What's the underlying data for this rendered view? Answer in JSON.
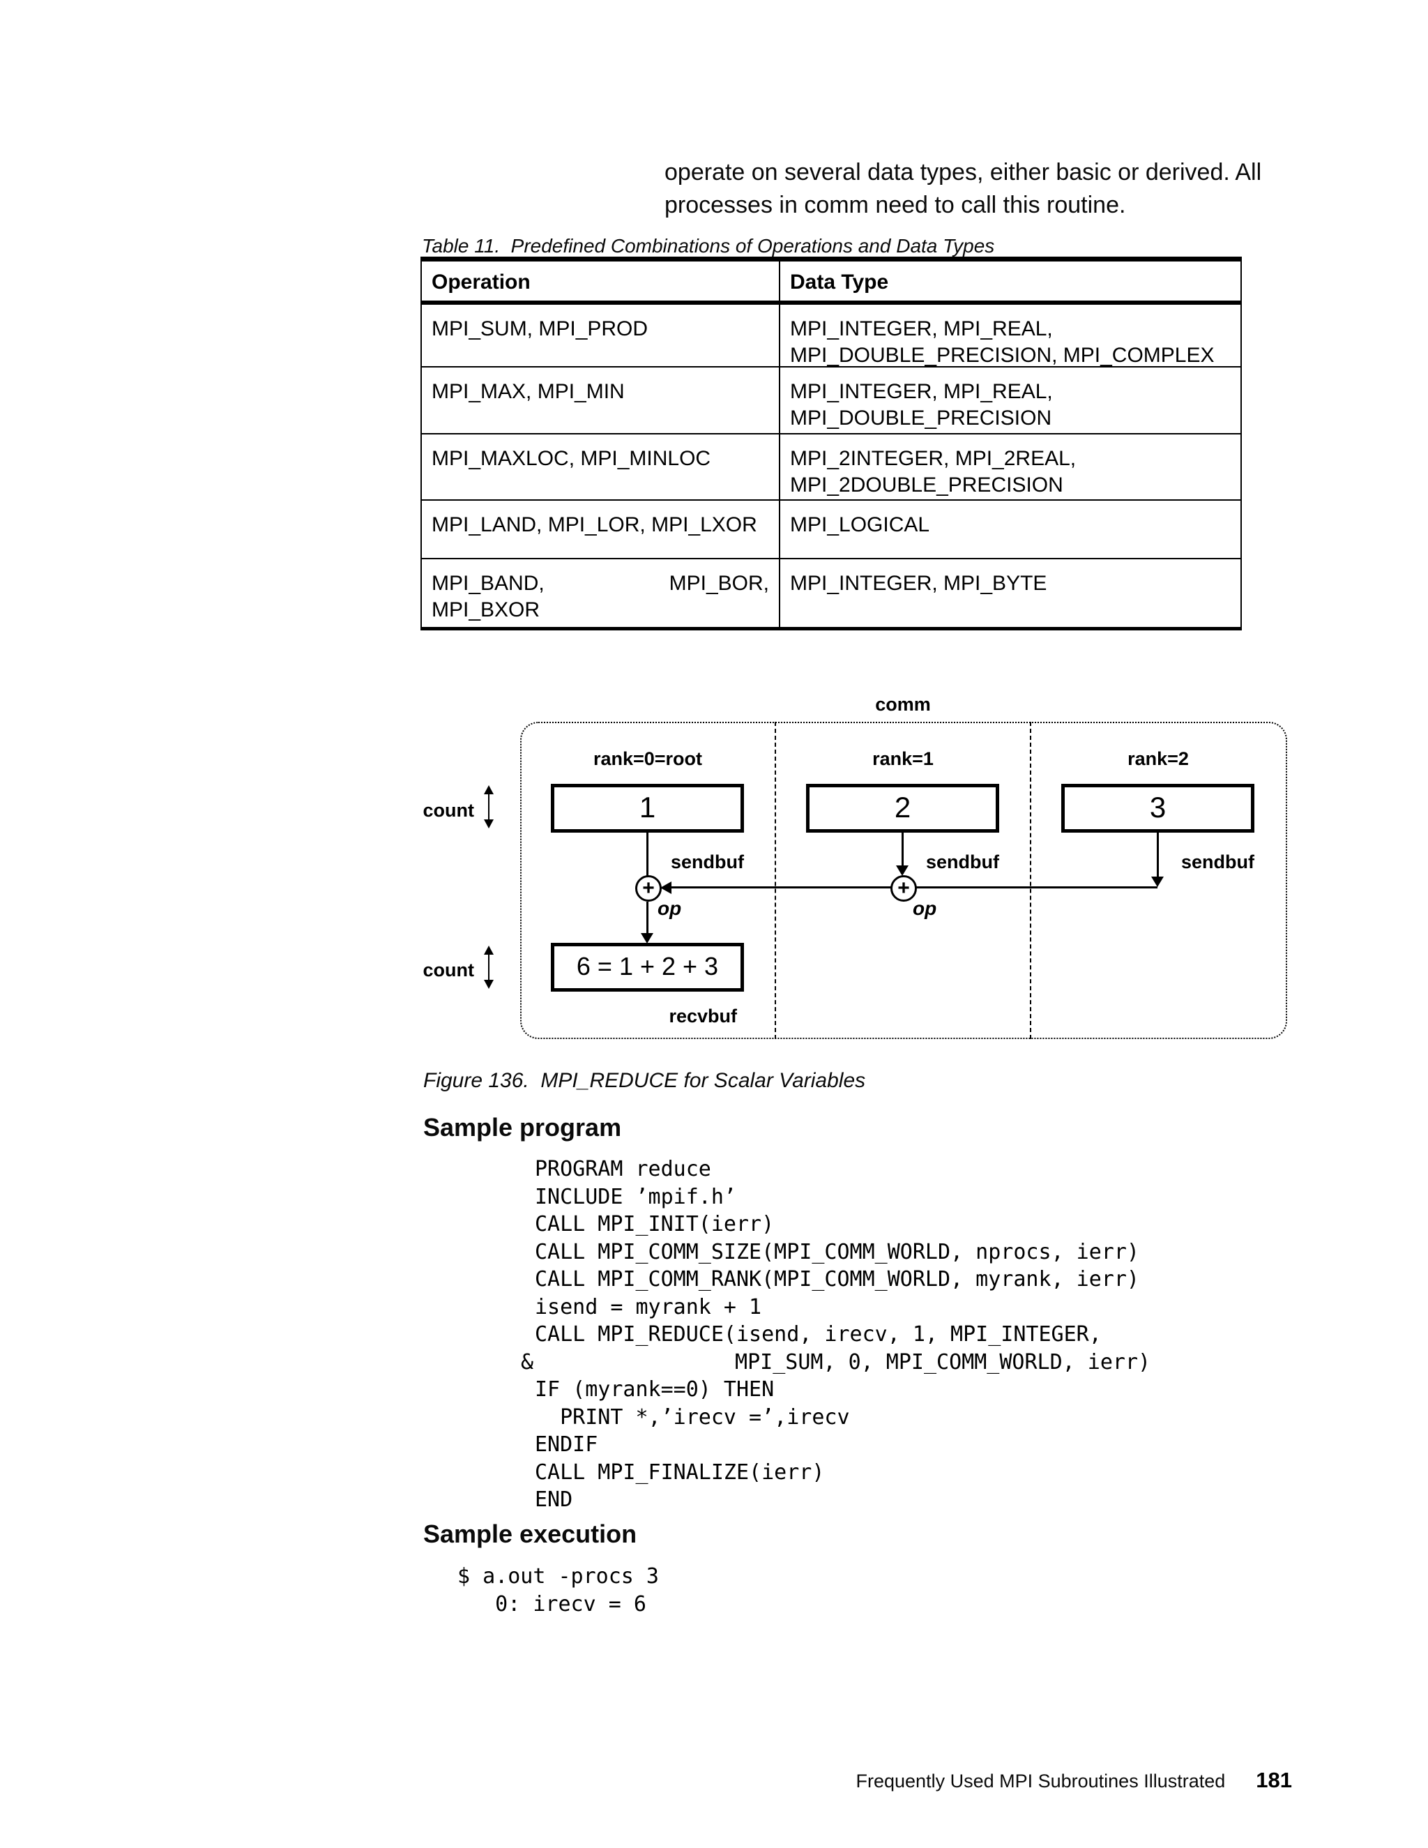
{
  "intro": {
    "line1": "operate on several data types, either basic or derived. All",
    "line2": "processes in comm need to call this routine."
  },
  "table_caption": "Table 11.  Predefined Combinations of Operations and Data Types",
  "table": {
    "headers": [
      "Operation",
      "Data Type"
    ],
    "rows": [
      {
        "op": [
          "MPI_SUM, MPI_PROD"
        ],
        "dt": [
          "MPI_INTEGER, MPI_REAL,",
          "MPI_DOUBLE_PRECISION, MPI_COMPLEX"
        ]
      },
      {
        "op": [
          "MPI_MAX, MPI_MIN"
        ],
        "dt": [
          "MPI_INTEGER, MPI_REAL,",
          "MPI_DOUBLE_PRECISION"
        ]
      },
      {
        "op": [
          "MPI_MAXLOC, MPI_MINLOC"
        ],
        "dt": [
          "MPI_2INTEGER, MPI_2REAL,",
          "MPI_2DOUBLE_PRECISION"
        ]
      },
      {
        "op": [
          "MPI_LAND, MPI_LOR, MPI_LXOR"
        ],
        "dt": [
          "MPI_LOGICAL"
        ]
      },
      {
        "op": [
          "MPI_BAND,",
          "MPI_BOR,",
          "MPI_BXOR"
        ],
        "dt": [
          "MPI_INTEGER, MPI_BYTE"
        ]
      }
    ]
  },
  "figure": {
    "comm_label": "comm",
    "rank_labels": [
      "rank=0=root",
      "rank=1",
      "rank=2"
    ],
    "sendbuf_values": [
      "1",
      "2",
      "3"
    ],
    "sendbuf_label": "sendbuf",
    "op_symbol": "+",
    "op_label": "op",
    "count_label": "count",
    "recv_value": "6 = 1 + 2 + 3",
    "recvbuf_label": "recvbuf",
    "caption": "Figure 136.  MPI_REDUCE for Scalar Variables"
  },
  "sample_program": {
    "heading": "Sample program",
    "code_lines": [
      "PROGRAM reduce",
      "INCLUDE ’mpif.h’",
      "CALL MPI_INIT(ierr)",
      "CALL MPI_COMM_SIZE(MPI_COMM_WORLD, nprocs, ierr)",
      "CALL MPI_COMM_RANK(MPI_COMM_WORLD, myrank, ierr)",
      "isend = myrank + 1",
      "CALL MPI_REDUCE(isend, irecv, 1, MPI_INTEGER,",
      "&                MPI_SUM, 0, MPI_COMM_WORLD, ierr)",
      "IF (myrank==0) THEN",
      "  PRINT *,’irecv =’,irecv",
      "ENDIF",
      "CALL MPI_FINALIZE(ierr)",
      "END"
    ]
  },
  "sample_execution": {
    "heading": "Sample execution",
    "lines": [
      "$ a.out -procs 3",
      "   0: irecv = 6"
    ]
  },
  "footer": {
    "text": "Frequently Used MPI Subroutines Illustrated",
    "page_number": "181"
  }
}
